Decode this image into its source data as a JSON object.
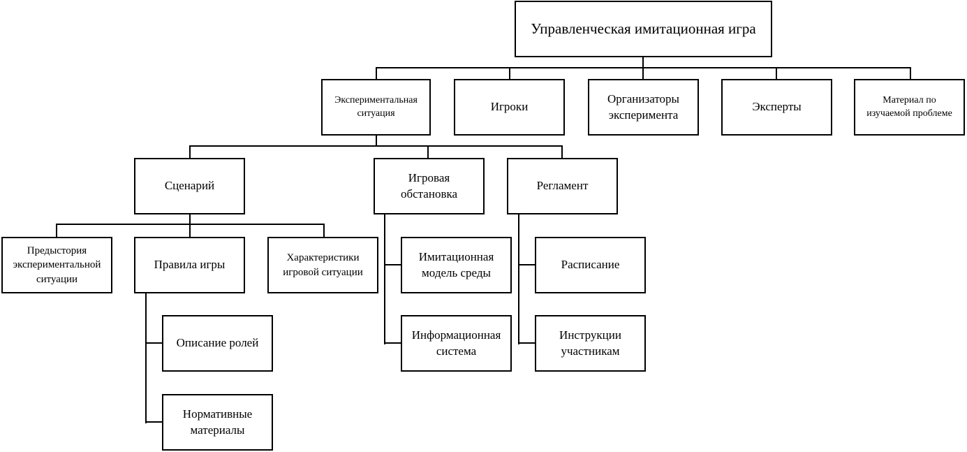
{
  "root": {
    "label": "Управленческая имитационная игра"
  },
  "level1": {
    "experimental_situation": "Экспериментальная ситуация",
    "players": "Игроки",
    "organizers": "Организаторы эксперимента",
    "experts": "Эксперты",
    "material": "Материал по изучаемой проблеме"
  },
  "level2": {
    "scenario": "Сценарий",
    "game_environment": "Игровая обстановка",
    "regulations": "Регламент"
  },
  "scenario_children": {
    "prehistory": "Предыстория экспериментальной ситуации",
    "game_rules": "Правила игры",
    "characteristics": "Характеристики игровой ситуации"
  },
  "game_rules_children": {
    "roles": "Описание ролей",
    "normative": "Нормативные материалы"
  },
  "environment_children": {
    "simulation_model": "Имитационная модель среды",
    "info_system": "Информационная система"
  },
  "regulations_children": {
    "schedule": "Расписание",
    "instructions": "Инструкции участникам"
  }
}
